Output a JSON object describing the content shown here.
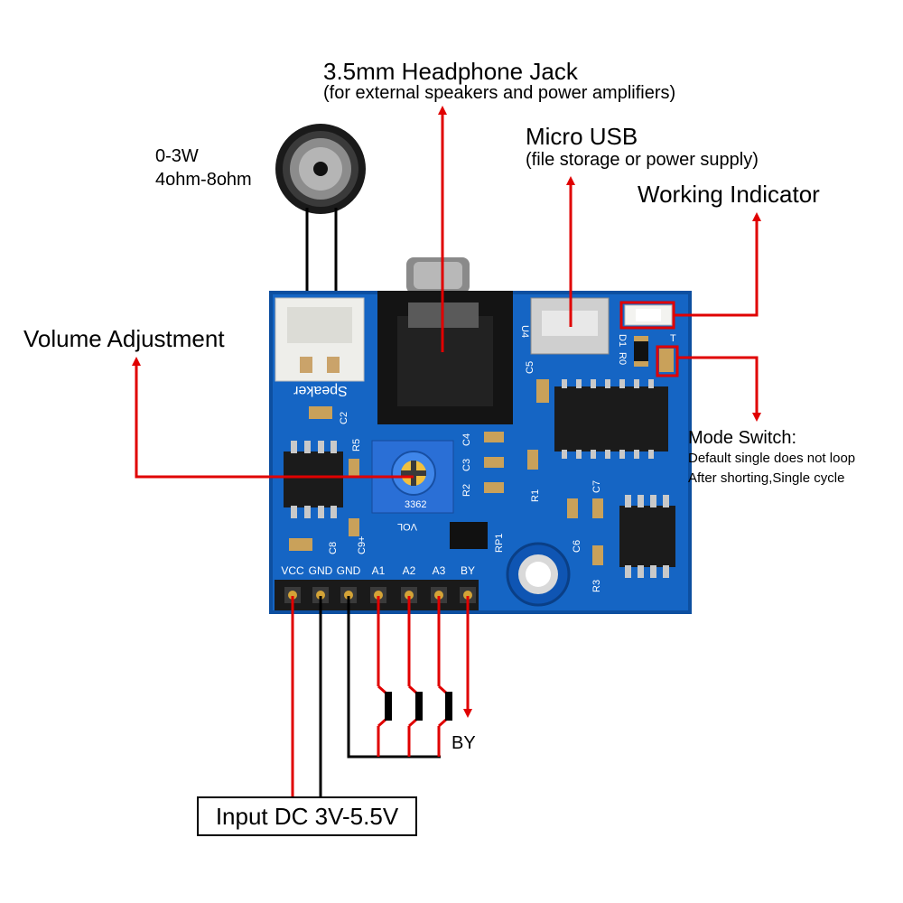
{
  "labels": {
    "headphone_jack_title": "3.5mm Headphone Jack",
    "headphone_jack_desc": "(for external speakers and power amplifiers)",
    "micro_usb_title": "Micro USB",
    "micro_usb_desc": "(file storage or power supply)",
    "working_indicator": "Working Indicator",
    "speaker_power": "0-3W",
    "speaker_impedance": "4ohm-8ohm",
    "volume_adjustment": "Volume Adjustment",
    "mode_switch_title": "Mode Switch:",
    "mode_switch_line1": "Default single does not loop",
    "mode_switch_line2": "After shorting,Single cycle",
    "busy_pin": "BY",
    "power_input": "Input DC 3V-5.5V"
  },
  "board": {
    "speaker_silk": "Speaker",
    "pins": [
      "VCC",
      "GND",
      "GND",
      "A1",
      "A2",
      "A3",
      "BY"
    ],
    "refs": {
      "c2": "C2",
      "r5": "R5",
      "c4": "C4",
      "c3": "C3",
      "r2": "R2",
      "r1": "R1",
      "c5": "C5",
      "u4": "U4",
      "r0": "R0",
      "d1": "D1",
      "t": "T",
      "c7": "C7",
      "c6": "C6",
      "r3": "R3",
      "rp1": "RP1",
      "c8": "C8",
      "c9": "C9+",
      "pot": "3362",
      "vol": "VOL"
    }
  },
  "colors": {
    "board": "#1565c4",
    "board_edge": "#0d4fa0",
    "arrow": "#e00000",
    "wire": "#000000",
    "highlight": "#e00000"
  }
}
